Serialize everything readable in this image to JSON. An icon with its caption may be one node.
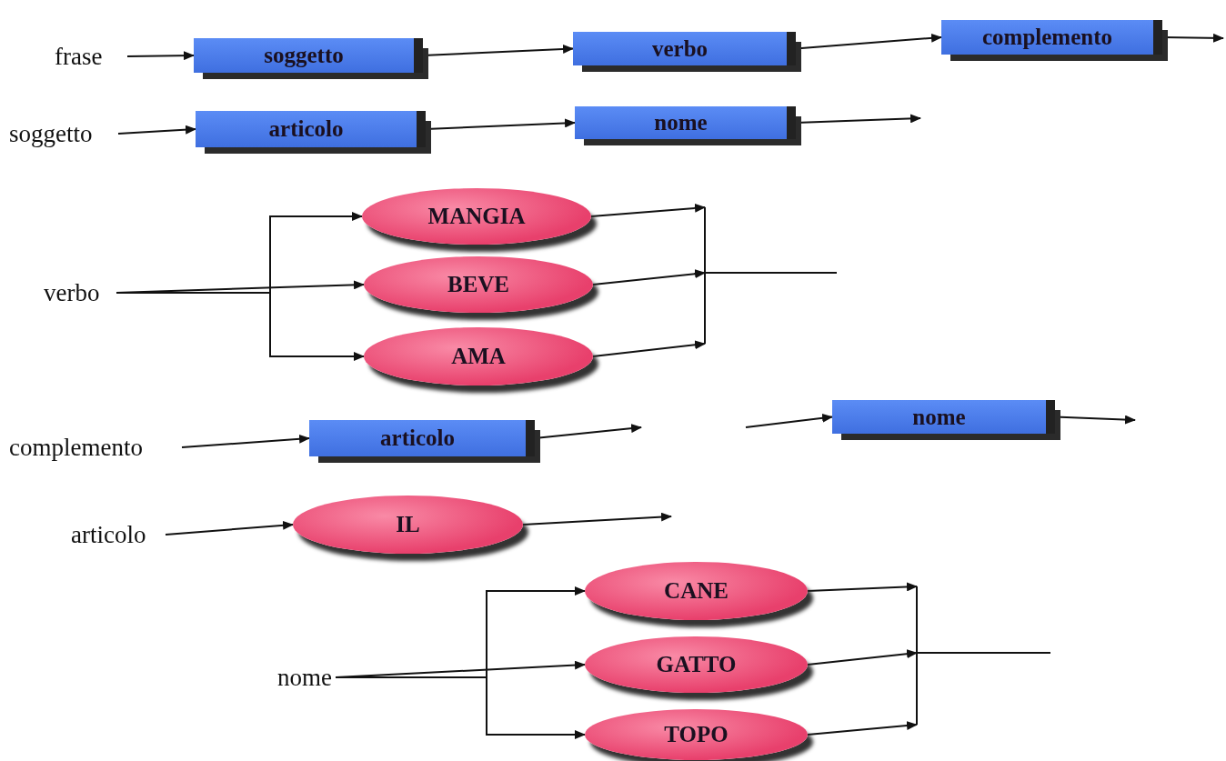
{
  "diagram": {
    "nodes": [
      {
        "text": [
          "frase"
        ]
      },
      {
        "text": [
          "soggetto"
        ]
      },
      {
        "text": [
          "verbo"
        ]
      },
      {
        "text": [
          "complemento"
        ]
      },
      {
        "text": [
          "soggetto"
        ]
      },
      {
        "text": [
          "articolo"
        ]
      },
      {
        "text": [
          "nome"
        ]
      },
      {
        "text": [
          "verbo"
        ]
      },
      {
        "text": [
          "MANGIA"
        ]
      },
      {
        "text": [
          "BEVE"
        ]
      },
      {
        "text": [
          "AMA"
        ]
      },
      {
        "text": [
          "complemento"
        ]
      },
      {
        "text": [
          "articolo"
        ]
      },
      {
        "text": [
          "nome"
        ]
      },
      {
        "text": [
          "articolo"
        ]
      },
      {
        "text": [
          "IL"
        ]
      },
      {
        "text": [
          "nome"
        ]
      },
      {
        "text": [
          "CANE"
        ]
      },
      {
        "text": [
          "GATTO"
        ]
      },
      {
        "text": [
          "TOPO"
        ]
      }
    ],
    "edges": [
      {
        "from": 0,
        "to": 1,
        "arrow": "to"
      },
      {
        "from": 1,
        "to": 2,
        "arrow": "to"
      },
      {
        "from": 2,
        "to": 3,
        "arrow": "to"
      },
      {
        "from": 3,
        "to": null,
        "arrow": "to"
      },
      {
        "from": 4,
        "to": 5,
        "arrow": "to"
      },
      {
        "from": 5,
        "to": 6,
        "arrow": "to"
      },
      {
        "from": 6,
        "to": null,
        "arrow": "to"
      },
      {
        "from": 7,
        "to": 8,
        "arrow": "to"
      },
      {
        "from": 7,
        "to": 9,
        "arrow": "to"
      },
      {
        "from": 7,
        "to": 10,
        "arrow": "to"
      },
      {
        "from": 8,
        "to": null,
        "arrow": "to"
      },
      {
        "from": 9,
        "to": null,
        "arrow": "to"
      },
      {
        "from": 10,
        "to": null,
        "arrow": "to"
      },
      {
        "from": 11,
        "to": 12,
        "arrow": "to"
      },
      {
        "from": 12,
        "to": null,
        "arrow": "to"
      },
      {
        "from": null,
        "to": 13,
        "arrow": "to"
      },
      {
        "from": 13,
        "to": null,
        "arrow": "to"
      },
      {
        "from": 14,
        "to": 15,
        "arrow": "to"
      },
      {
        "from": 15,
        "to": null,
        "arrow": "to"
      },
      {
        "from": 16,
        "to": 17,
        "arrow": "to"
      },
      {
        "from": 16,
        "to": 18,
        "arrow": "to"
      },
      {
        "from": 16,
        "to": 19,
        "arrow": "to"
      },
      {
        "from": 17,
        "to": null,
        "arrow": "to"
      },
      {
        "from": 18,
        "to": null,
        "arrow": "to"
      },
      {
        "from": 19,
        "to": null,
        "arrow": "to"
      }
    ]
  }
}
